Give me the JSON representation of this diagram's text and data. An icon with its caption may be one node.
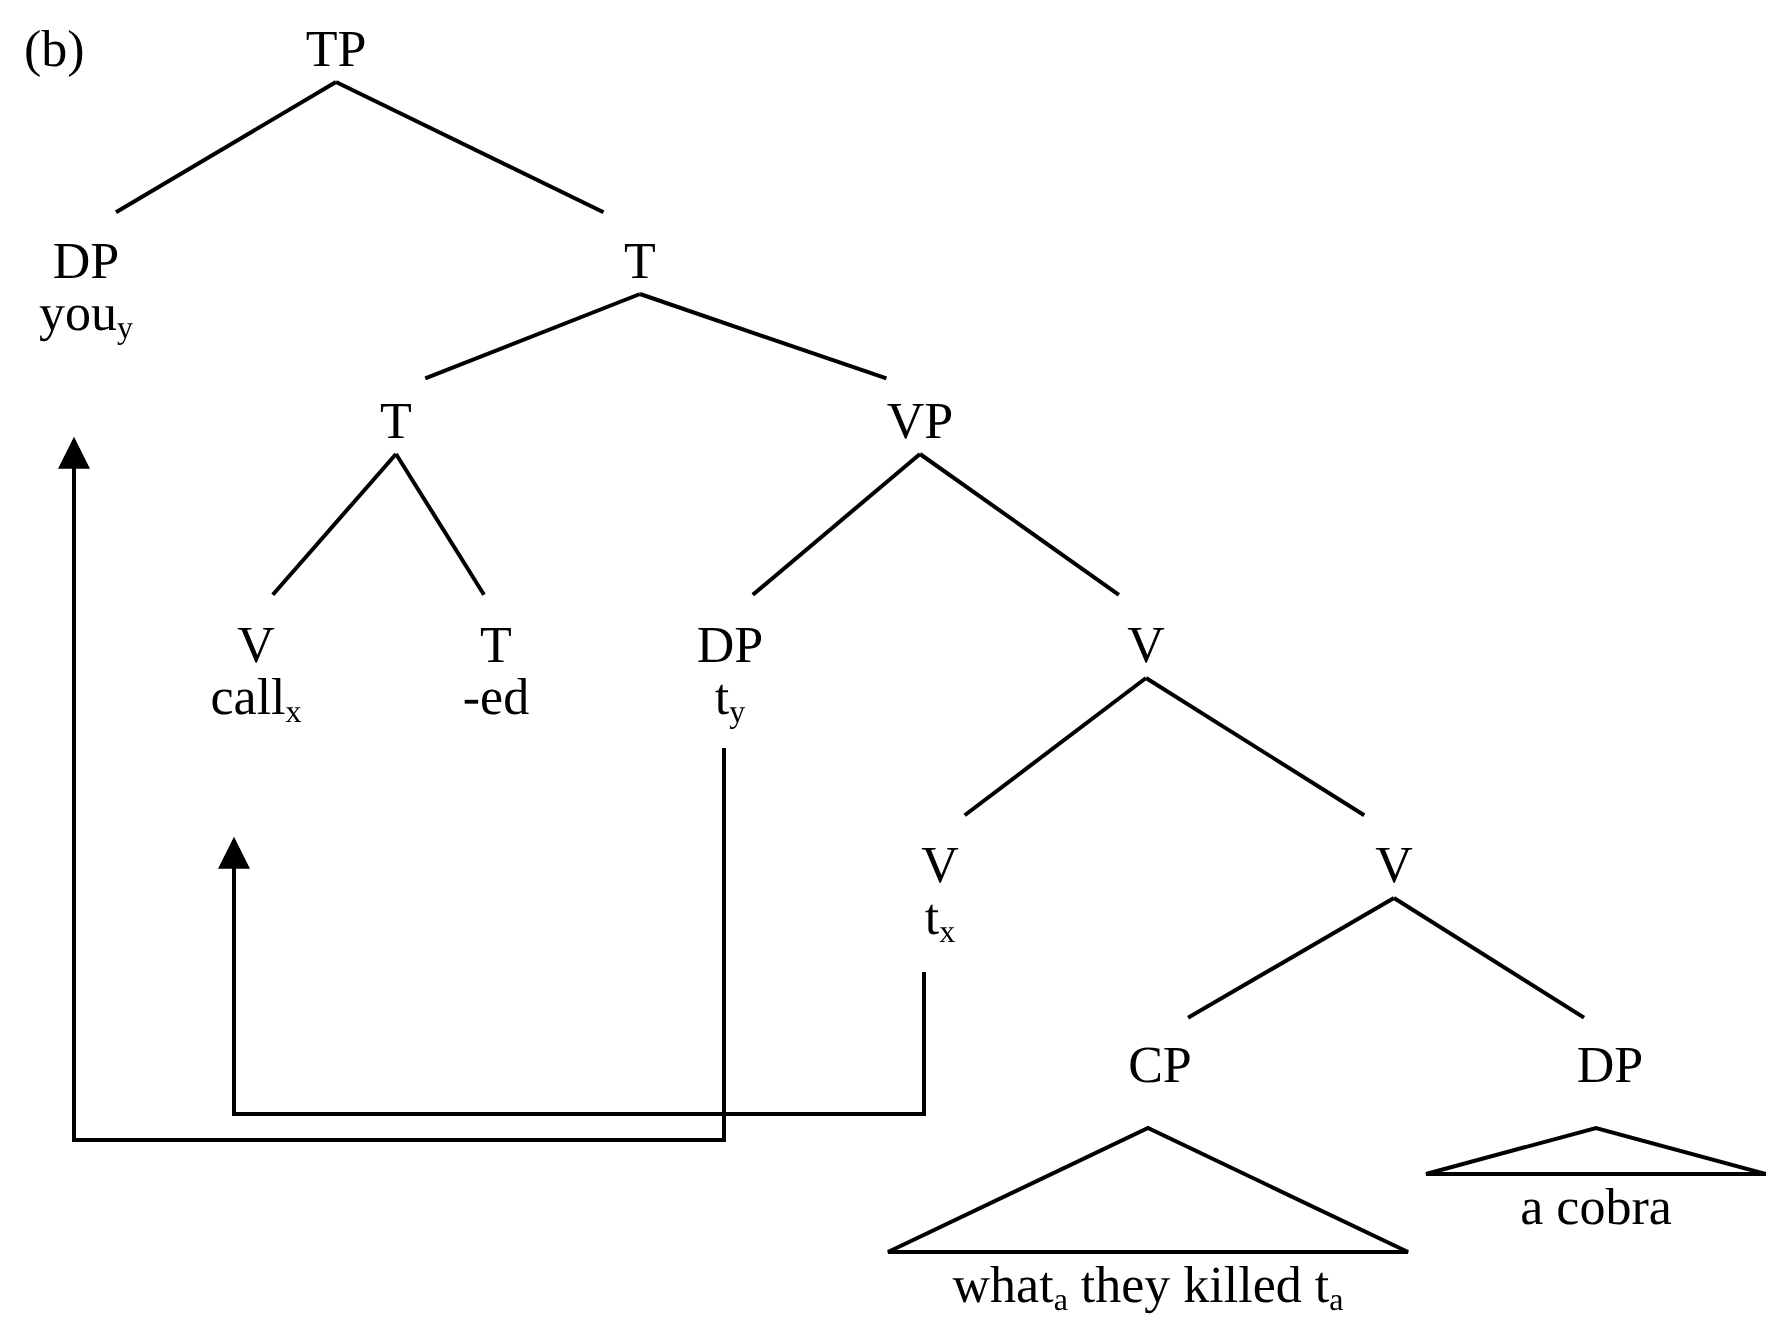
{
  "diagram": {
    "nodes": [
      {
        "text": [
          "TP"
        ]
      },
      {
        "text": [
          "DP",
          "you$_{y}$"
        ]
      },
      {
        "text": [
          "T"
        ]
      },
      {
        "text": [
          "T"
        ]
      },
      {
        "text": [
          "VP"
        ]
      },
      {
        "text": [
          "V",
          "call$_{x}$"
        ]
      },
      {
        "text": [
          "T",
          "-ed"
        ]
      },
      {
        "text": [
          "DP",
          "t$_{y}$"
        ]
      },
      {
        "text": [
          "V"
        ]
      },
      {
        "text": [
          "V",
          "t$_{x}$"
        ]
      },
      {
        "text": [
          "V"
        ]
      },
      {
        "text": [
          "CP"
        ]
      },
      {
        "text": [
          "what$_{a}$ they killed t$_{a}$"
        ]
      },
      {
        "text": [
          "DP"
        ]
      },
      {
        "text": [
          "a cobra"
        ]
      }
    ],
    "edges": [
      {
        "from": 0,
        "to": 1,
        "arrow": "none"
      },
      {
        "from": 0,
        "to": 2,
        "arrow": "none"
      },
      {
        "from": 2,
        "to": 3,
        "arrow": "none"
      },
      {
        "from": 2,
        "to": 4,
        "arrow": "none"
      },
      {
        "from": 3,
        "to": 5,
        "arrow": "none"
      },
      {
        "from": 3,
        "to": 6,
        "arrow": "none"
      },
      {
        "from": 4,
        "to": 7,
        "arrow": "none"
      },
      {
        "from": 4,
        "to": 8,
        "arrow": "none"
      },
      {
        "from": 8,
        "to": 9,
        "arrow": "none"
      },
      {
        "from": 8,
        "to": 10,
        "arrow": "none"
      },
      {
        "from": 10,
        "to": 11,
        "arrow": "none"
      },
      {
        "from": 10,
        "to": 13,
        "arrow": "none"
      },
      {
        "from": 7,
        "to": 1,
        "arrow": "to"
      },
      {
        "from": 9,
        "to": 5,
        "arrow": "to"
      }
    ],
    "labels": [
      "(b)"
    ]
  }
}
